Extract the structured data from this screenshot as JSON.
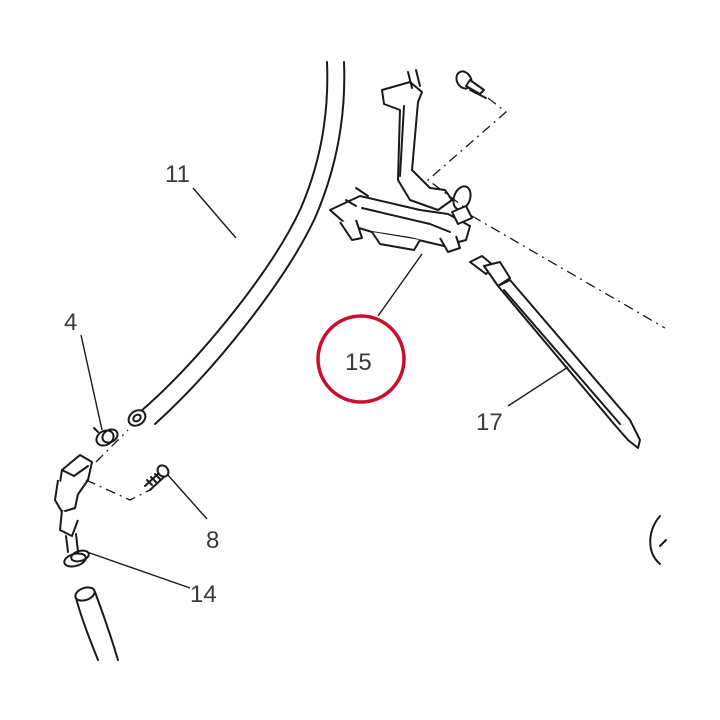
{
  "callouts": {
    "c4": "4",
    "c8": "8",
    "c11": "11",
    "c14": "14",
    "c15": "15",
    "c17": "17"
  },
  "highlight": {
    "target": "15",
    "color": "#c8102e"
  }
}
